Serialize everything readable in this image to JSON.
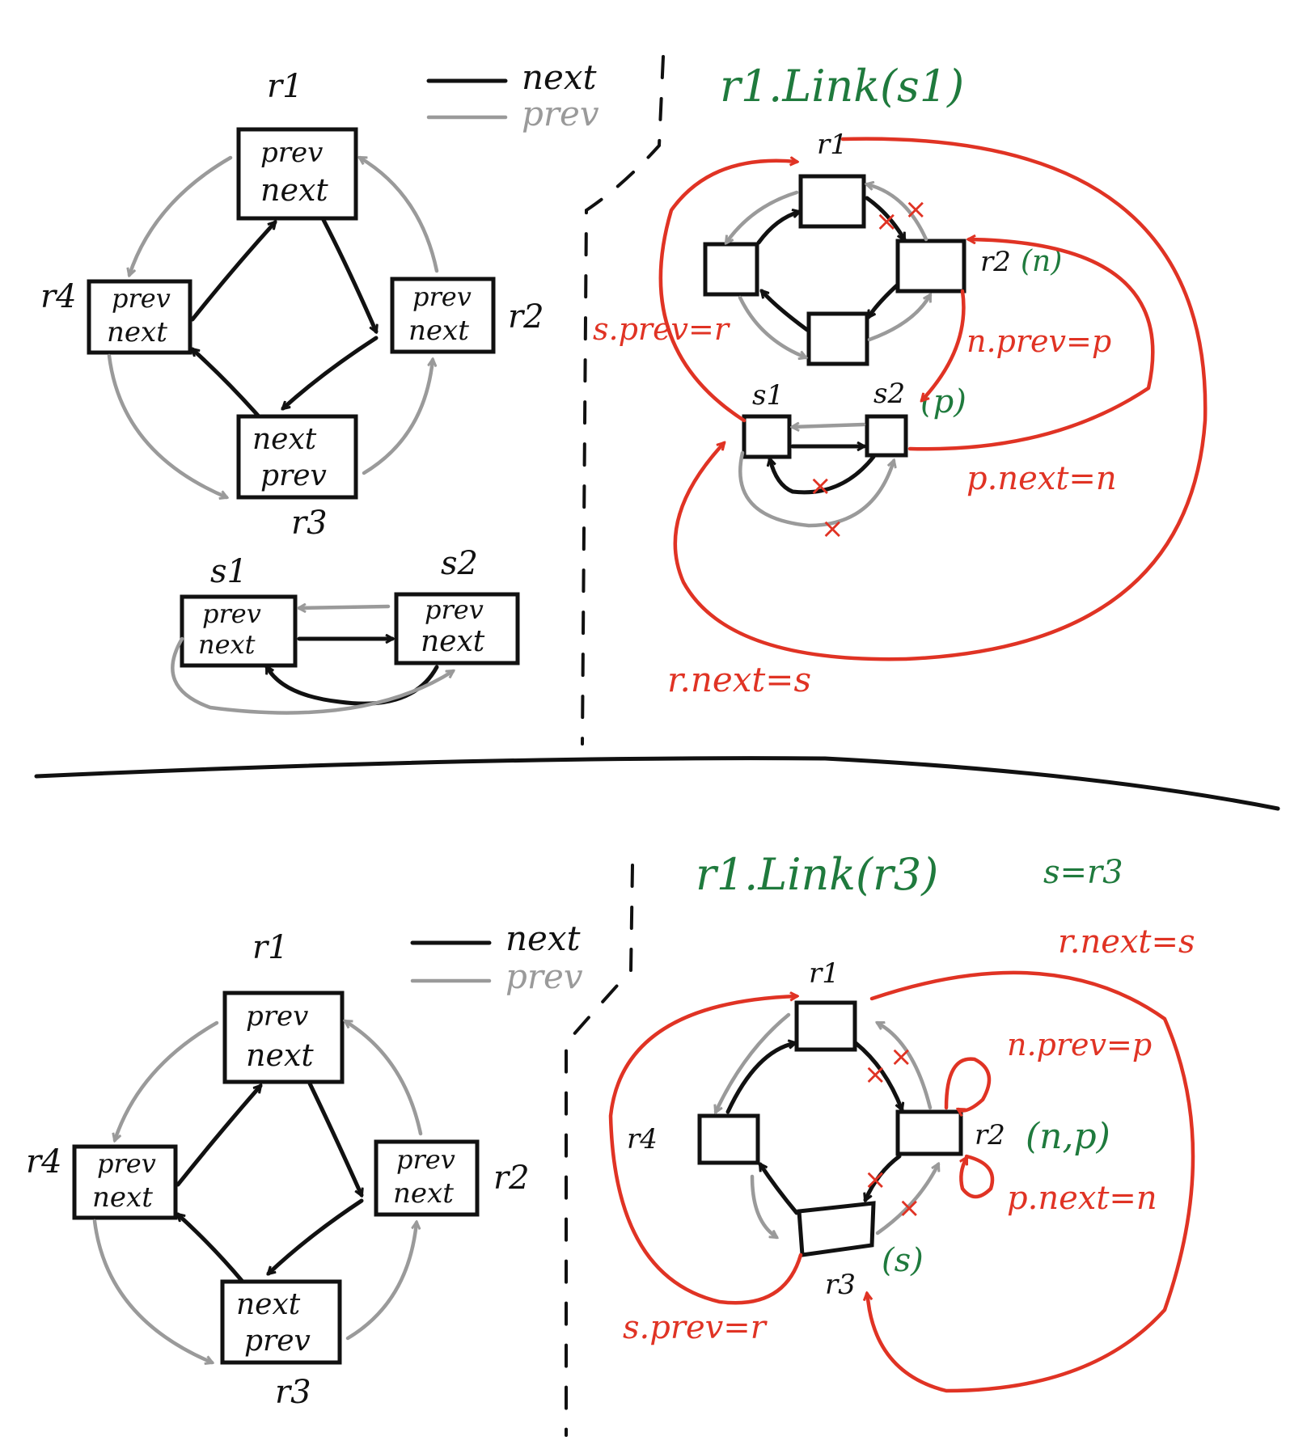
{
  "colors": {
    "ink": "#111111",
    "prev": "#9a9a9a",
    "annotation": "#e03324",
    "title": "#1f7a3d"
  },
  "legend": {
    "next": "next",
    "prev": "prev"
  },
  "top": {
    "nodes": {
      "r1": {
        "name": "r1",
        "line1": "prev",
        "line2": "next"
      },
      "r2": {
        "name": "r2",
        "line1": "prev",
        "line2": "next"
      },
      "r3": {
        "name": "r3",
        "line1": "next",
        "line2": "prev"
      },
      "r4": {
        "name": "r4",
        "line1": "prev",
        "line2": "next"
      },
      "s1": {
        "name": "s1",
        "line1": "prev",
        "line2": "next"
      },
      "s2": {
        "name": "s2",
        "line1": "prev",
        "line2": "next"
      }
    },
    "title": "r1.Link(s1)",
    "labels": {
      "r1": "r1",
      "r2": "r2",
      "s1": "s1",
      "s2": "s2",
      "r2_tag": "(n)",
      "s2_tag": "(p)"
    },
    "annotations": {
      "s_prev": "s.prev=r",
      "n_prev": "n.prev=p",
      "p_next": "p.next=n",
      "r_next": "r.next=s"
    }
  },
  "bottom": {
    "nodes": {
      "r1": {
        "name": "r1",
        "line1": "prev",
        "line2": "next"
      },
      "r2": {
        "name": "r2",
        "line1": "prev",
        "line2": "next"
      },
      "r3": {
        "name": "r3",
        "line1": "next",
        "line2": "prev"
      },
      "r4": {
        "name": "r4",
        "line1": "prev",
        "line2": "next"
      }
    },
    "title": "r1.Link(r3)",
    "subtitle": "s=r3",
    "labels": {
      "r1": "r1",
      "r2": "r2",
      "r3": "r3",
      "r4": "r4",
      "r2_tag": "(n,p)",
      "r3_tag": "(s)"
    },
    "annotations": {
      "r_next": "r.next=s",
      "n_prev": "n.prev=p",
      "p_next": "p.next=n",
      "s_prev": "s.prev=r"
    }
  }
}
